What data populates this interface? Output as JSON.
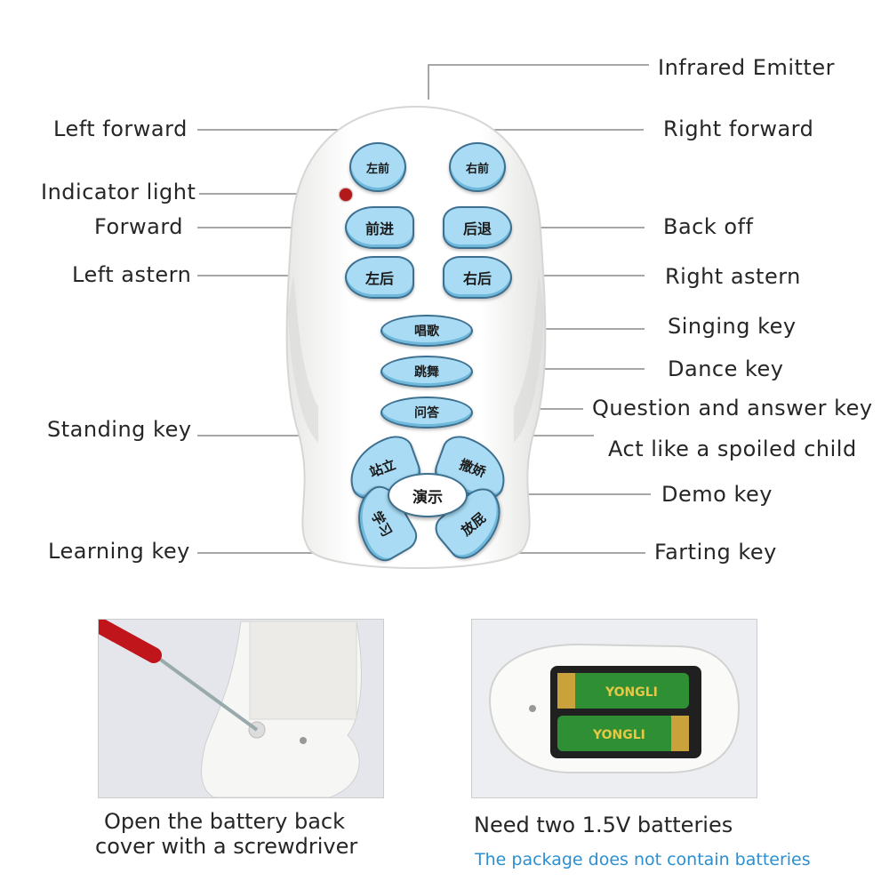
{
  "labels": {
    "infrared_emitter": "Infrared Emitter",
    "left_forward": "Left forward",
    "right_forward": "Right forward",
    "indicator_light": "Indicator light",
    "forward": "Forward",
    "back_off": "Back off",
    "left_astern": "Left astern",
    "right_astern": "Right astern",
    "singing_key": "Singing key",
    "dance_key": "Dance key",
    "question_answer_key": "Question and answer key",
    "standing_key": "Standing key",
    "spoiled_child": "Act like a spoiled child",
    "demo_key": "Demo key",
    "learning_key": "Learning key",
    "farting_key": "Farting key"
  },
  "buttons": {
    "left_forward": "左前",
    "right_forward": "右前",
    "forward": "前进",
    "back": "后退",
    "left_astern": "左后",
    "right_astern": "右后",
    "sing": "唱歌",
    "dance": "跳舞",
    "qa": "问答",
    "stand": "站立",
    "spoiled": "撒娇",
    "demo": "演示",
    "learn": "学习",
    "fart": "放屁"
  },
  "captions": {
    "left_line1": "Open the battery back",
    "left_line2": "cover with a screwdriver",
    "right_line1": "Need two 1.5V batteries",
    "right_note": "The package does not contain batteries"
  },
  "battery_text": "YONGLI"
}
